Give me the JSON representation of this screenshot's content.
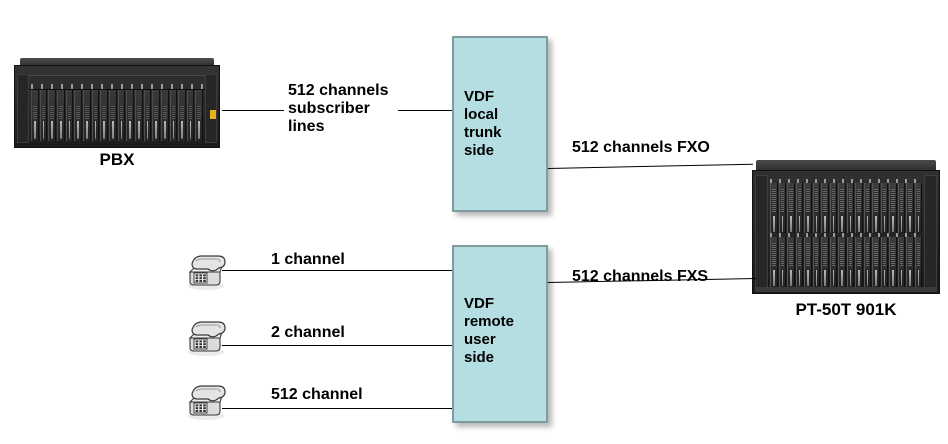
{
  "diagram": {
    "title": "VDF channel distribution diagram",
    "background": "#ffffff",
    "box_fill": "#b5dee2",
    "box_border": "#7f9ba0",
    "line_color": "#000000"
  },
  "nodes": {
    "pbx": {
      "label": "PBX",
      "icon": "pbx-rack-chassis"
    },
    "vdf_local": {
      "text": "VDF\nlocal\ntrunk\nside"
    },
    "vdf_remote": {
      "text": "VDF\nremote\nuser\nside"
    },
    "pt50t": {
      "label": "PT-50T 901K",
      "icon": "pt50t-rack-chassis"
    },
    "phones": [
      {
        "icon": "desk-phone-icon",
        "label": "1 channel"
      },
      {
        "icon": "desk-phone-icon",
        "label": "2 channel"
      },
      {
        "icon": "desk-phone-icon",
        "label": "512 channel"
      }
    ]
  },
  "connections": {
    "pbx_to_vdf_local": "512 channels\nsubscriber\nlines",
    "vdf_local_to_pt50t": "512 channels FXO",
    "vdf_remote_to_pt50t": "512 channels FXS"
  }
}
